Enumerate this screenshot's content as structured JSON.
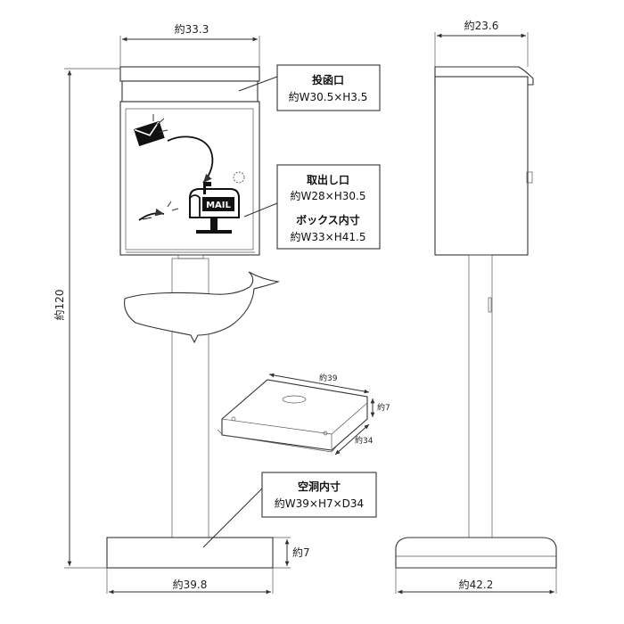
{
  "dimensions": {
    "front_width": "約33.3",
    "side_width": "約23.6",
    "height": "約120",
    "base_height": "約7",
    "base_width_front": "約39.8",
    "base_width_side": "約42.2",
    "tray_width": "約39",
    "tray_height": "約7",
    "tray_depth": "約34"
  },
  "callouts": {
    "slot": {
      "title": "投函口",
      "size": "約W30.5×H3.5"
    },
    "door": {
      "title": "取出し口",
      "size": "約W28×H30.5",
      "title2": "ボックス内寸",
      "size2": "約W33×H41.5"
    },
    "hollow": {
      "title": "空洞内寸",
      "size": "約W39×H7×D34"
    }
  },
  "illustration": {
    "mail_label": "MAIL"
  }
}
